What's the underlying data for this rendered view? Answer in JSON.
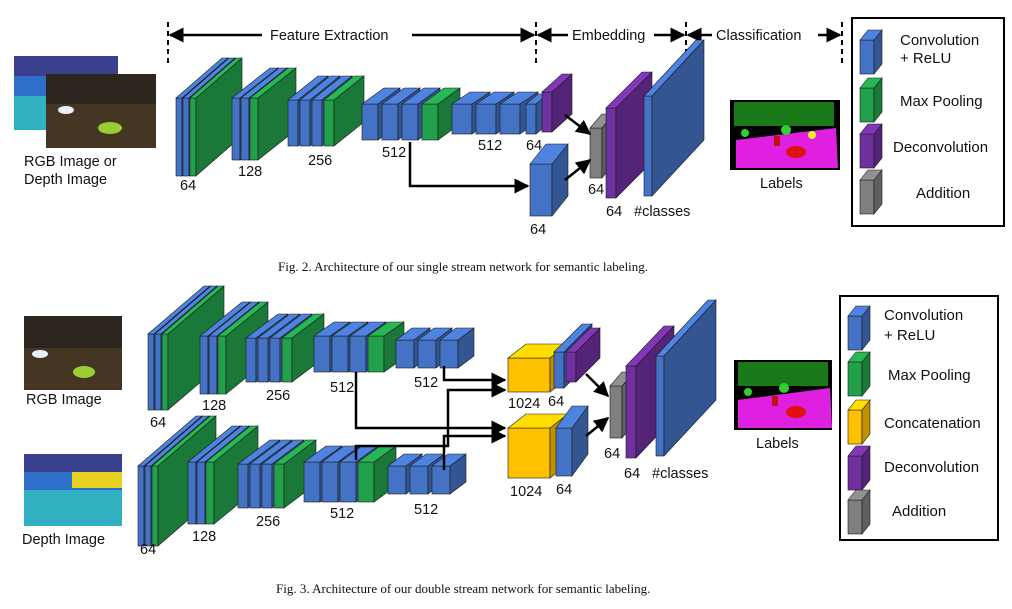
{
  "fig2": {
    "sections": {
      "feature_extraction": "Feature Extraction",
      "embedding": "Embedding",
      "classification": "Classification"
    },
    "input_label_line1": "RGB Image or",
    "input_label_line2": "Depth Image",
    "dims": {
      "d64": "64",
      "d128": "128",
      "d256": "256",
      "d512a": "512",
      "d512b": "512",
      "emb64": "64",
      "skip64": "64",
      "add64": "64",
      "deconv64": "64",
      "classes": "#classes"
    },
    "output_label": "Labels",
    "legend": {
      "conv_line1": "Convolution",
      "conv_line2": "+ ReLU",
      "pool": "Max Pooling",
      "deconv": "Deconvolution",
      "add": "Addition"
    },
    "caption": "Fig. 2.   Architecture of our single stream network for semantic labeling."
  },
  "fig3": {
    "rgb_label": "RGB Image",
    "depth_label": "Depth Image",
    "top_dims": {
      "d64": "64",
      "d128": "128",
      "d256": "256",
      "d512a": "512",
      "d512b": "512"
    },
    "bot_dims": {
      "d64": "64",
      "d128": "128",
      "d256": "256",
      "d512a": "512",
      "d512b": "512"
    },
    "cat_top": "1024",
    "cat_top_64": "64",
    "cat_bot": "1024",
    "cat_bot_64": "64",
    "add64": "64",
    "deconv64": "64",
    "classes": "#classes",
    "output_label": "Labels",
    "legend": {
      "conv_line1": "Convolution",
      "conv_line2": "+ ReLU",
      "pool": "Max Pooling",
      "concat": "Concatenation",
      "deconv": "Deconvolution",
      "add": "Addition"
    },
    "caption": "Fig. 3.   Architecture of our double stream network for semantic labeling."
  },
  "colors": {
    "conv": "#4472c4",
    "pool": "#22a04b",
    "deconv": "#7030a0",
    "add": "#7f7f7f",
    "concat": "#ffc000"
  }
}
